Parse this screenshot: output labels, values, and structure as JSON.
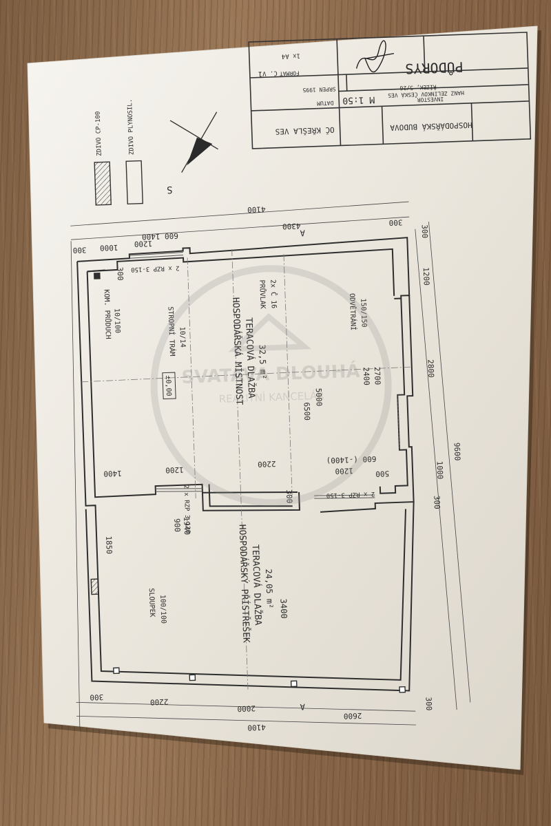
{
  "title_block": {
    "building": "HOSPODÁŘSKÁ BUDOVA",
    "location": "OČ KŘEŠLA VES",
    "investor_label": "INVESTOR",
    "investor": "HANZ ZELINKOV ČESKÁ VES",
    "parcel": "ŘÍZEK, 5/2G",
    "scale": "M 1:50",
    "date_label": "DATUM",
    "date": "SRPEN 1995",
    "format_label": "FORMÁT",
    "format": "1x A4",
    "sheet_no": "Č. V.",
    "sheet_val": "1",
    "drawing_name": "PŮDORYS",
    "signature": "signature"
  },
  "legend": {
    "item1": "ZDIVO CP-100",
    "item2": "ZDIVO PLYNOSIL."
  },
  "north_label": "S",
  "rooms": {
    "main": {
      "name": "HOSPODÁŘSKÁ MÍSTNOST",
      "floor": "TERACOVÁ DLAŽBA",
      "area": "32,5 m²"
    },
    "annex": {
      "name": "HOSPODÁŘSKÝ PŘÍSTŘEŠEK",
      "floor": "TERACOVÁ DLAŽBA",
      "area": "24,05 m²",
      "dim": "3400"
    }
  },
  "labels": {
    "kom_pruduch": "KOM. PRŮDUCH",
    "kom_size": "10/100",
    "stropni_tram": "STROPNÍ TRÁM",
    "tram_size": "10/14",
    "pruvlak": "PRŮVLAK",
    "pruvlak_size": "2x Č 16",
    "odvetrani": "ODVĚTRÁNÍ",
    "odvetrani_size": "150/150",
    "sloupek": "SLOUPEK",
    "sloupek_size": "100/100",
    "level": "±0,00",
    "win_top": "2 x RZP 3-150",
    "win_mid_left": "2 x RZP 3-120",
    "win_mid_right": "2 x RZP 3-150",
    "section_a": "A"
  },
  "dims": {
    "d4100_top": "4100",
    "d4300": "4300",
    "d300_a": "300",
    "d300_b": "300",
    "d1000": "1000",
    "d1200_a": "1200",
    "d600_1400": "600 1400",
    "d1200_b": "1200",
    "d2800": "2800",
    "d6500": "6500",
    "d5000": "5000",
    "d2700": "2700",
    "d2400": "2400",
    "d9600": "9600",
    "d1000_b": "1000",
    "d300_c": "300",
    "d600": "600 (-1400)",
    "d1200_c": "1200",
    "d500": "500",
    "d1400": "1400",
    "d1200_d": "1200",
    "d900": "900",
    "d1940": "1940",
    "d1850": "1850",
    "d300_d": "300",
    "d2200": "2200",
    "d2000": "2000",
    "d300_e": "300",
    "d4100_bot": "4100",
    "d2600": "2600",
    "d300_f": "300",
    "d300_g": "300",
    "d300_h": "300"
  },
  "watermark": {
    "line1": "SVATAVA DLOUHÁ",
    "line2": "REALITNÍ KANCELÁŘ"
  }
}
